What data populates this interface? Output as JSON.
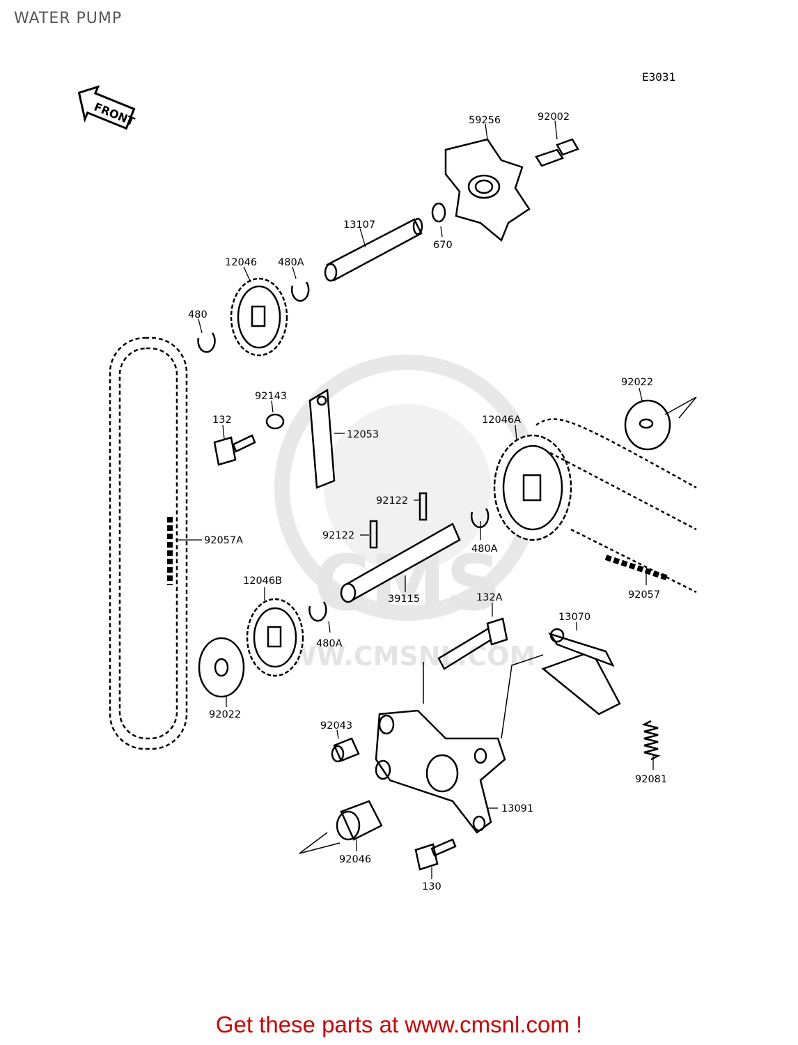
{
  "page": {
    "title": "WATER PUMP"
  },
  "diagram": {
    "code": "E3031",
    "front_label": "FRONT",
    "watermark": "WWW.CMSNL.COM",
    "parts": [
      {
        "key": "p59256",
        "label": "59256"
      },
      {
        "key": "p92002",
        "label": "92002"
      },
      {
        "key": "p13107",
        "label": "13107"
      },
      {
        "key": "p670",
        "label": "670"
      },
      {
        "key": "p12046",
        "label": "12046"
      },
      {
        "key": "p480A_top",
        "label": "480A"
      },
      {
        "key": "p480",
        "label": "480"
      },
      {
        "key": "p92143",
        "label": "92143"
      },
      {
        "key": "p132",
        "label": "132"
      },
      {
        "key": "p12053",
        "label": "12053"
      },
      {
        "key": "p92022_top",
        "label": "92022"
      },
      {
        "key": "p12046A",
        "label": "12046A"
      },
      {
        "key": "p92122_a",
        "label": "92122"
      },
      {
        "key": "p92122_b",
        "label": "92122"
      },
      {
        "key": "p480A_mid",
        "label": "480A"
      },
      {
        "key": "p92057A",
        "label": "92057A"
      },
      {
        "key": "p39115",
        "label": "39115"
      },
      {
        "key": "p92057",
        "label": "92057"
      },
      {
        "key": "p12046B",
        "label": "12046B"
      },
      {
        "key": "p132A",
        "label": "132A"
      },
      {
        "key": "p480A_low",
        "label": "480A"
      },
      {
        "key": "p13070",
        "label": "13070"
      },
      {
        "key": "p92022_low",
        "label": "92022"
      },
      {
        "key": "p92043",
        "label": "92043"
      },
      {
        "key": "p92081",
        "label": "92081"
      },
      {
        "key": "p13091",
        "label": "13091"
      },
      {
        "key": "p92046",
        "label": "92046"
      },
      {
        "key": "p130",
        "label": "130"
      }
    ]
  },
  "footer": {
    "link_text": "Get these parts at www.cmsnl.com !"
  },
  "colors": {
    "title": "#555555",
    "footer": "#cc0000",
    "line": "#000000",
    "watermark": "#e8e8e8"
  }
}
